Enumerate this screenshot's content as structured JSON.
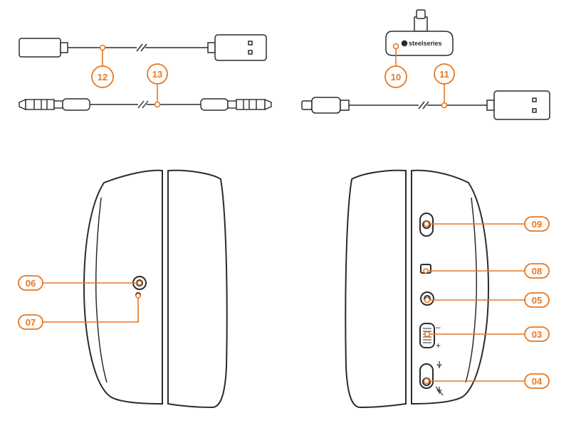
{
  "accent_color": "#e87722",
  "line_color": "#2b2b2b",
  "brand_text": "steelseries",
  "callouts": {
    "c03": "03",
    "c04": "04",
    "c05": "05",
    "c06": "06",
    "c07": "07",
    "c08": "08",
    "c09": "09",
    "c10": "10",
    "c11": "11",
    "c12": "12",
    "c13": "13"
  },
  "volume_marks": {
    "minus": "–",
    "plus": "+"
  }
}
